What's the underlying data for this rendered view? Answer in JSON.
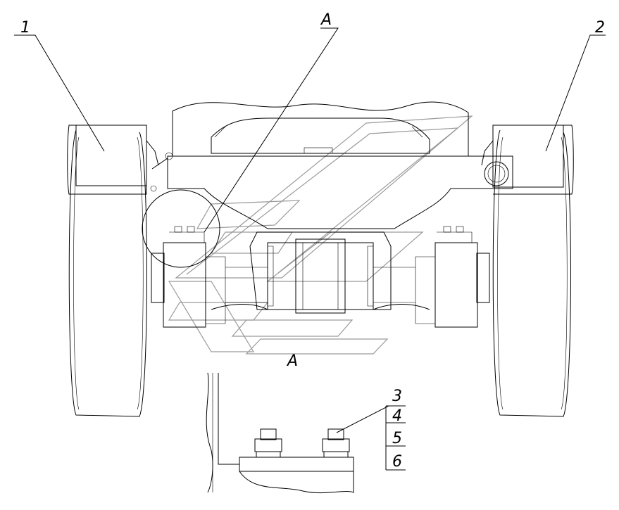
{
  "diagram": {
    "callouts": {
      "part_1": "1",
      "part_2": "2",
      "part_3": "3",
      "part_4": "4",
      "part_5": "5",
      "part_6": "6"
    },
    "view_label_top": "A",
    "view_label_detail": "A"
  }
}
